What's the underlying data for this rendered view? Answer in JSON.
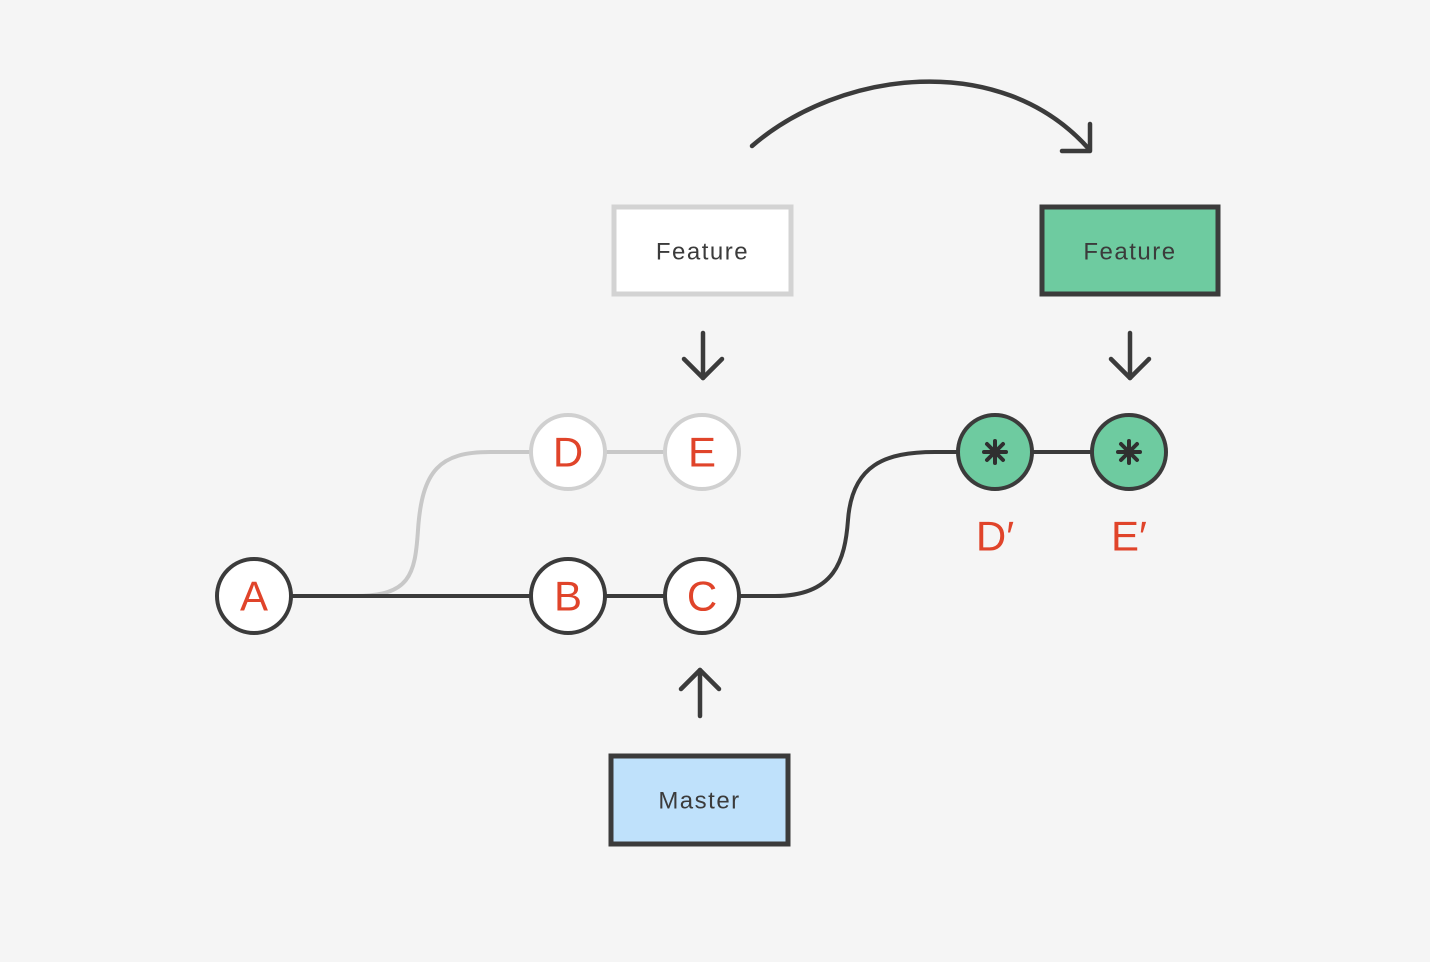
{
  "colors": {
    "background": "#f5f5f5",
    "line_dark": "#3b3b3b",
    "line_faded": "#c8c8c8",
    "letter_red": "#e0442a",
    "new_commit_green": "#6ecba0",
    "master_blue": "#bfe1fb",
    "node_fill": "#ffffff"
  },
  "commits": {
    "A": {
      "label": "A",
      "state": "active"
    },
    "B": {
      "label": "B",
      "state": "active"
    },
    "C": {
      "label": "C",
      "state": "active"
    },
    "D": {
      "label": "D",
      "state": "faded"
    },
    "E": {
      "label": "E",
      "state": "faded"
    },
    "D_prime": {
      "label": "D′",
      "state": "rebased",
      "icon": "asterisk-icon"
    },
    "E_prime": {
      "label": "E′",
      "state": "rebased",
      "icon": "asterisk-icon"
    }
  },
  "branches": {
    "feature_old": {
      "label": "Feature",
      "state": "faded"
    },
    "feature_new": {
      "label": "Feature",
      "state": "rebased"
    },
    "master": {
      "label": "Master",
      "state": "active"
    }
  },
  "arrows": {
    "rebase_move": {
      "icon": "curved-arrow-icon"
    },
    "feature_old_pointer": {
      "icon": "arrow-down-icon"
    },
    "feature_new_pointer": {
      "icon": "arrow-down-icon"
    },
    "master_pointer": {
      "icon": "arrow-up-icon"
    }
  }
}
